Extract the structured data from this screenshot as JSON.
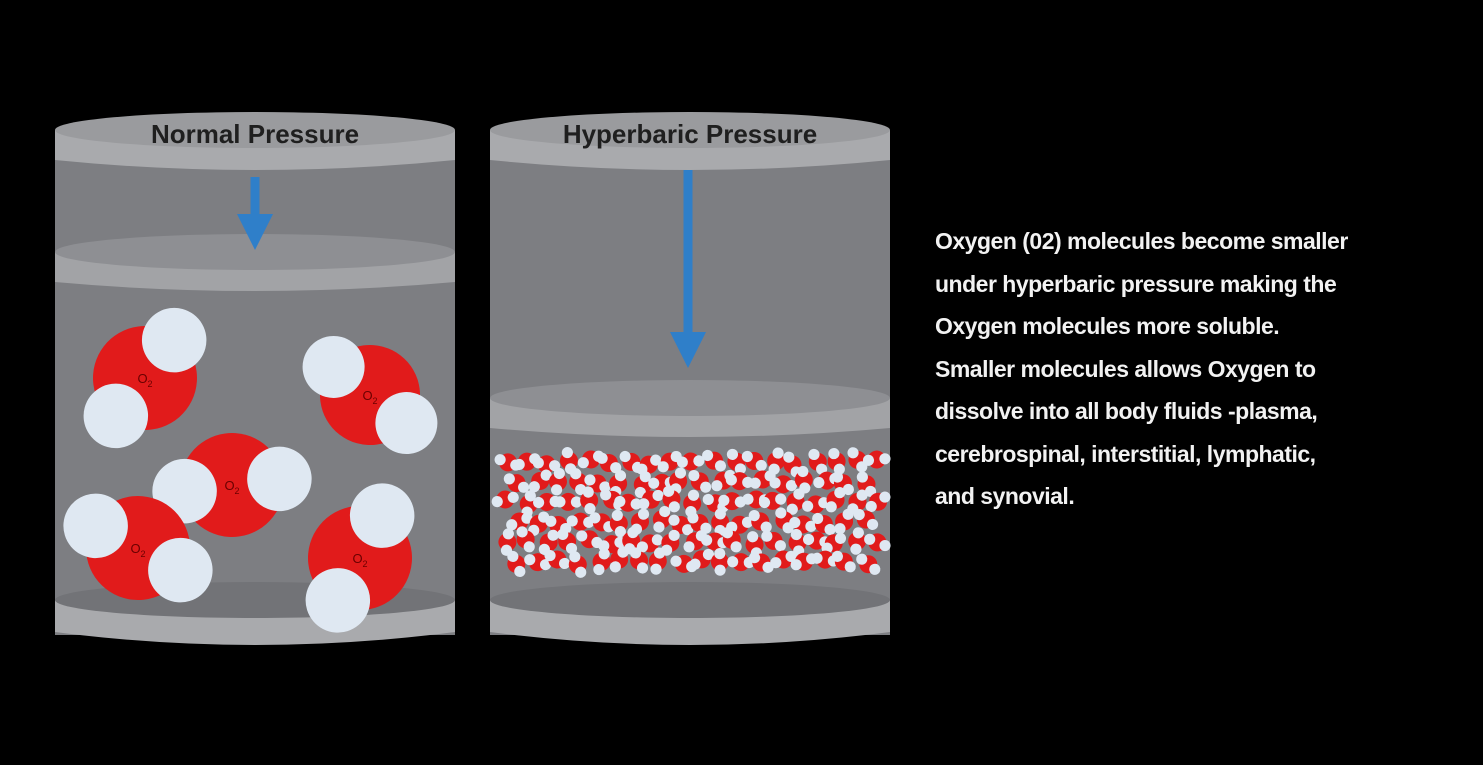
{
  "colors": {
    "background": "#000000",
    "cylinder_body": "#7d7e82",
    "cylinder_rim": "#a9aaad",
    "piston": "#8e8f93",
    "arrow": "#2f7fc9",
    "oxygen_red": "#e11b1b",
    "oxygen_white": "#dfe8f2",
    "text": "#f2f2f2"
  },
  "cylinders": {
    "normal": {
      "label": "Normal Pressure",
      "molecule_label": "O",
      "molecule_subscript": "2",
      "molecule_count": 5
    },
    "hyperbaric": {
      "label": "Hyperbaric Pressure"
    }
  },
  "description_lines": [
    "Oxygen (02) molecules become smaller",
    "under hyperbaric pressure making the",
    "Oxygen molecules more soluble.",
    "Smaller molecules allows Oxygen to",
    "dissolve into all body fluids -plasma,",
    "cerebrospinal, interstitial, lymphatic,",
    "and synovial."
  ]
}
